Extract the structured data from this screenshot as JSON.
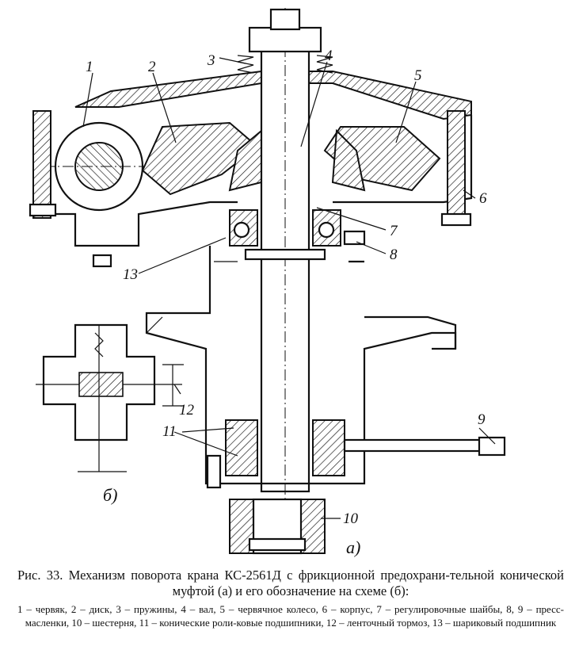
{
  "figure": {
    "callouts": [
      "1",
      "2",
      "3",
      "4",
      "5",
      "6",
      "7",
      "8",
      "9",
      "10",
      "11",
      "12",
      "13"
    ],
    "subfigure_a": "а)",
    "subfigure_b": "б)"
  },
  "caption": {
    "title": "Рис. 33. Механизм поворота крана КС-2561Д с фрикционной предохрани-тельной конической муфтой (а) и его обозначение на схеме (б):",
    "legend": "1 – червяк, 2 – диск, 3 – пружины, 4 – вал, 5 – червячное колесо, 6 – корпус, 7 – регулировочные шайбы, 8, 9 – пресс-масленки, 10 – шестерня, 11 – конические роли-ковые подшипники, 12 – ленточный тормоз, 13 – шариковый подшипник"
  }
}
